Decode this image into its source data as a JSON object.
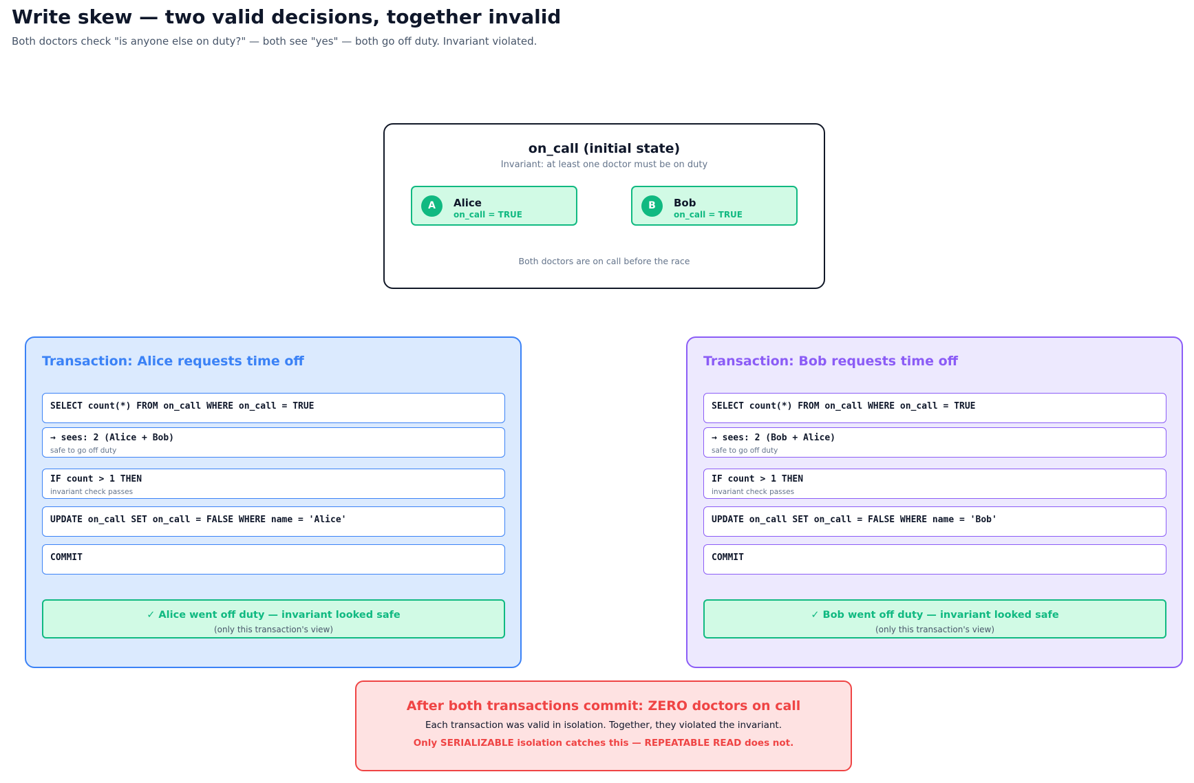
{
  "header": {
    "title": "Write skew — two valid decisions, together invalid",
    "subtitle": "Both doctors check \"is anyone else on duty?\" — both see \"yes\" — both go off duty. Invariant violated."
  },
  "initial_state": {
    "title": "on_call (initial state)",
    "invariant": "Invariant: at least one doctor must be on duty",
    "doctors": [
      {
        "initial": "A",
        "name": "Alice",
        "state": "on_call = TRUE"
      },
      {
        "initial": "B",
        "name": "Bob",
        "state": "on_call = TRUE"
      }
    ],
    "note": "Both doctors are on call before the race"
  },
  "transactions": [
    {
      "title": "Transaction: Alice requests time off",
      "steps": [
        {
          "code": "SELECT count(*) FROM on_call WHERE on_call = TRUE",
          "note": ""
        },
        {
          "code": "→ sees: 2 (Alice + Bob)",
          "note": "safe to go off duty"
        },
        {
          "code": "IF count > 1 THEN",
          "note": "invariant check passes"
        },
        {
          "code": "UPDATE on_call SET on_call = FALSE WHERE name = 'Alice'",
          "note": ""
        },
        {
          "code": "COMMIT",
          "note": ""
        }
      ],
      "result": {
        "main": "✓ Alice went off duty — invariant looked safe",
        "sub": "(only this transaction's view)"
      }
    },
    {
      "title": "Transaction: Bob requests time off",
      "steps": [
        {
          "code": "SELECT count(*) FROM on_call WHERE on_call = TRUE",
          "note": ""
        },
        {
          "code": "→ sees: 2 (Bob + Alice)",
          "note": "safe to go off duty"
        },
        {
          "code": "IF count > 1 THEN",
          "note": "invariant check passes"
        },
        {
          "code": "UPDATE on_call SET on_call = FALSE WHERE name = 'Bob'",
          "note": ""
        },
        {
          "code": "COMMIT",
          "note": ""
        }
      ],
      "result": {
        "main": "✓ Bob went off duty — invariant looked safe",
        "sub": "(only this transaction's view)"
      }
    }
  ],
  "outcome": {
    "title": "After both transactions commit: ZERO doctors on call",
    "text": "Each transaction was valid in isolation. Together, they violated the invariant.",
    "warning": "Only SERIALIZABLE isolation catches this — REPEATABLE READ does not."
  },
  "colors": {
    "alice_accent": "#3b82f6",
    "bob_accent": "#8b5cf6",
    "success": "#10b981",
    "danger": "#ef4444"
  }
}
